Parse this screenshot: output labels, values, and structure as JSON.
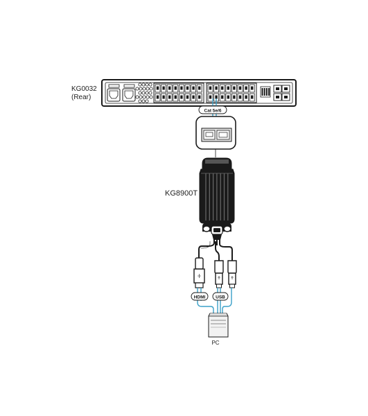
{
  "devices": {
    "switch": {
      "model": "KG0032",
      "view": "(Rear)"
    },
    "adapter": {
      "model": "KG8900T"
    },
    "computer": {
      "label": "PC"
    }
  },
  "cables": {
    "network": "Cat 5e/6",
    "video": "HDMI",
    "usb": "USB"
  },
  "colors": {
    "line": "#1a1a1a",
    "cable_blue": "#3aa0c8",
    "light_fill": "#e6e6e6"
  }
}
